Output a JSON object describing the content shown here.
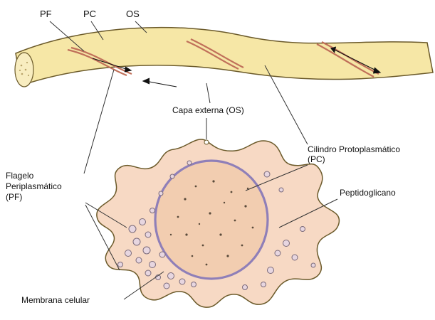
{
  "labels": {
    "pf_top": "PF",
    "pc_top": "PC",
    "os_top": "OS",
    "outer_layer": "Capa externa (OS)",
    "cylinder_line1": "Cilindro Protoplasmático",
    "cylinder_line2": "(PC)",
    "flagellum_line1": "Flagelo",
    "flagellum_line2": "Periplasmático",
    "flagellum_line3": "(PF)",
    "peptidoglycan": "Peptidoglicano",
    "membrane": "Membrana celular"
  },
  "colors": {
    "cell_fill": "#f6e7a6",
    "cell_stroke": "#6b5a2a",
    "flagellum": "#c0705a",
    "cross_fill": "#f7d9c4",
    "cytoplasm": "#f2cdb0",
    "membrane": "#8f7fb8",
    "granule": "#e7d6e0"
  }
}
